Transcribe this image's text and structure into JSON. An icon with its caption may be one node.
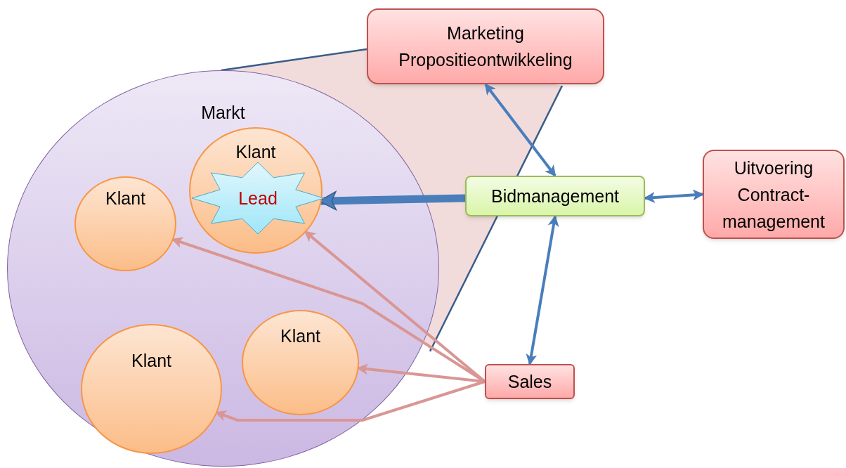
{
  "diagram": {
    "nodes": [
      {
        "text": [
          "Marketing Propositieontwikkeling"
        ]
      },
      {
        "text": [
          "Markt"
        ]
      },
      {
        "text": [
          "Klant"
        ],
        "in": 1
      },
      {
        "text": [
          "Lead"
        ],
        "in": 2
      },
      {
        "text": [
          "Klant"
        ],
        "in": 1
      },
      {
        "text": [
          "Bidmanagement"
        ]
      },
      {
        "text": [
          "Uitvoering Contract-management"
        ]
      },
      {
        "text": [
          "Klant"
        ],
        "in": 1
      },
      {
        "text": [
          "Klant"
        ],
        "in": 1
      },
      {
        "text": [
          "Sales"
        ]
      }
    ],
    "edges": [
      {
        "from": 0,
        "to": 5,
        "arrow": "both",
        "color": "#4a7ebb"
      },
      {
        "from": 5,
        "to": 6,
        "arrow": "both",
        "color": "#4a7ebb"
      },
      {
        "from": 5,
        "to": 9,
        "arrow": "both",
        "color": "#4a7ebb"
      },
      {
        "from": 5,
        "to": 3,
        "arrow": "to",
        "style": "thick",
        "color": "#4a7ebb"
      },
      {
        "from": 9,
        "to": 4,
        "arrow": "to",
        "color": "#d99694"
      },
      {
        "from": 9,
        "to": 2,
        "arrow": "to",
        "color": "#d99694"
      },
      {
        "from": 9,
        "to": 7,
        "arrow": "to",
        "color": "#d99694"
      },
      {
        "from": 9,
        "to": 8,
        "arrow": "to",
        "color": "#d99694"
      }
    ]
  }
}
